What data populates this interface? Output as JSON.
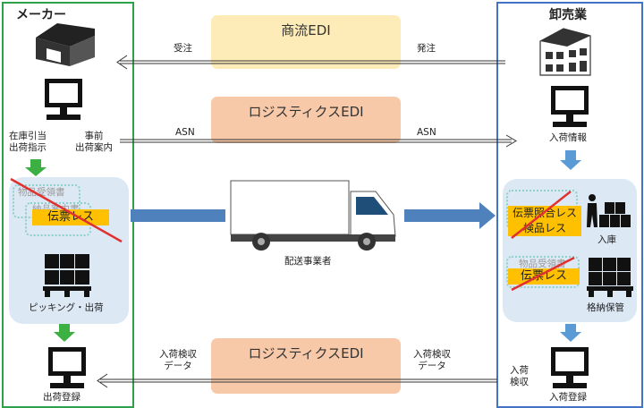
{
  "maker": {
    "title": "メーカー",
    "instruction": "在庫引当\n出荷指示",
    "picking": "ピッキング・出荷",
    "ship_register": "出荷登録"
  },
  "wholesaler": {
    "title": "卸売業",
    "arrival_info": "入荷情報",
    "storage_in": "入庫",
    "storage": "格納保管",
    "arrival_check": "入荷\n検収",
    "arrival_register": "入荷登録"
  },
  "edi": {
    "commercial": {
      "label": "商流EDI",
      "left": "受注",
      "right": "発注"
    },
    "logistics_top": {
      "label": "ロジスティクスEDI",
      "right_asn": "ASN",
      "left_asn": "ASN",
      "advance": "事前\n出荷案内"
    },
    "logistics_bottom": {
      "label": "ロジスティクスEDI",
      "left": "入荷検収\nデータ",
      "right": "入荷検収\nデータ"
    }
  },
  "documents": {
    "maker_doc1": "物品受領書",
    "maker_doc2": "納品案内書",
    "maker_stamp": "伝票レス",
    "ws_stamp_top": "伝票照合レス\n検品レス",
    "ws_doc": "物品受領書",
    "ws_stamp_bottom": "伝票レス"
  },
  "carrier": {
    "label": "配送事業者"
  },
  "colors": {
    "maker_border": "#2ea24a",
    "ws_border": "#4472c4",
    "commercial_pill": "#fdebb8",
    "logistics_pill": "#f8c9a8",
    "stamp": "#ffc000",
    "truck_arrow": "#4f81bd",
    "green_arrow": "#3cb043",
    "blue_arrow": "#5b9bd5"
  },
  "icons": [
    "factory-icon",
    "building-icon",
    "monitor-icon",
    "boxes-pallet-icon",
    "truck-icon",
    "worker-boxes-icon"
  ]
}
